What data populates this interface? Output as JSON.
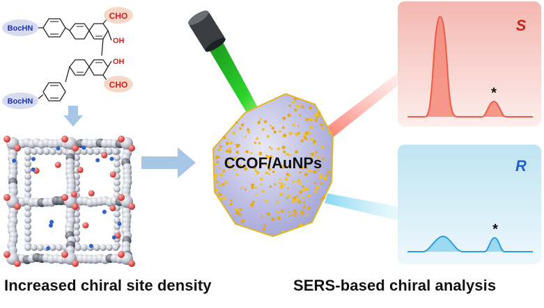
{
  "molecule": {
    "top_group": "BocHN",
    "bottom_group": "BocHN",
    "aldehyde_top": "CHO",
    "aldehyde_bottom": "CHO",
    "hydroxyl_top": "OH",
    "hydroxyl_bottom": "OH"
  },
  "center": {
    "particle_label": "CCOF/AuNPs"
  },
  "spectra": {
    "top_label": "S",
    "bottom_label": "R",
    "peak_marker_top": "*",
    "peak_marker_bottom": "*"
  },
  "captions": {
    "left": "Increased chiral site density",
    "right": "SERS-based chiral analysis"
  },
  "colors": {
    "laser": "#19c019",
    "s_panel": "#f6c8c2",
    "s_trace": "#f0624e",
    "r_panel": "#c9e9f4",
    "r_trace": "#2f9bdc",
    "particle": "#b7b8e2",
    "gold": "#f3c21a",
    "arrow": "#a7c6e6",
    "label_red": "#c6241c",
    "label_blue": "#1f63c4"
  }
}
